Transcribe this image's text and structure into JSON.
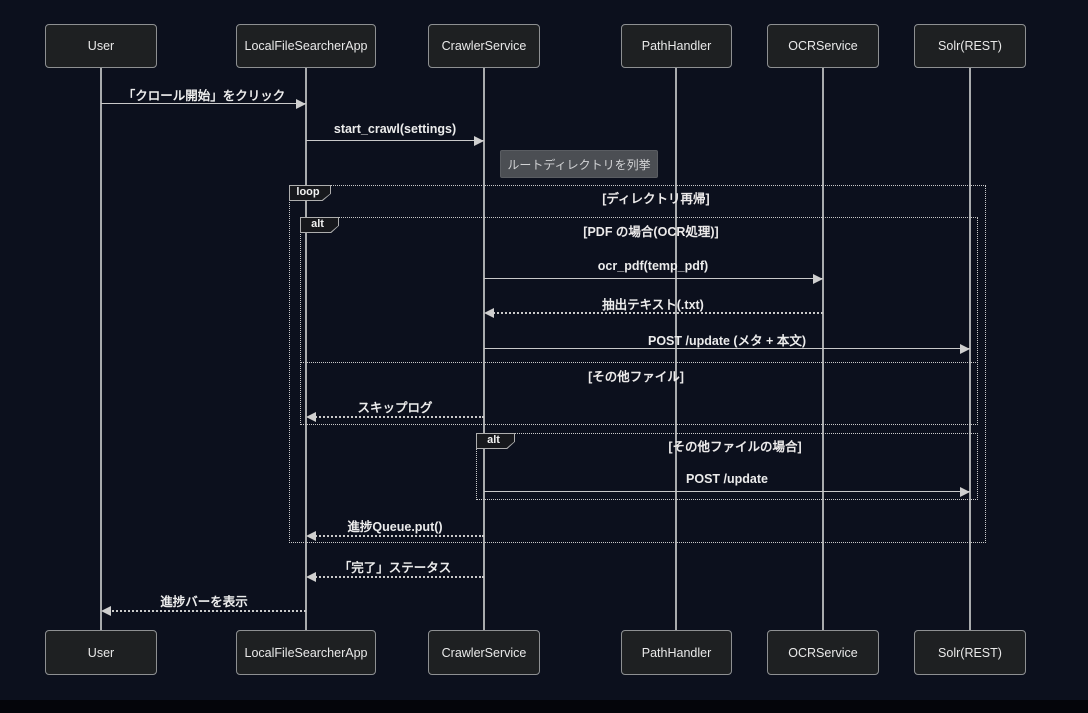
{
  "diagram": {
    "type": "sequence-diagram",
    "participants": [
      {
        "name": "User"
      },
      {
        "name": "LocalFileSearcherApp"
      },
      {
        "name": "CrawlerService"
      },
      {
        "name": "PathHandler"
      },
      {
        "name": "OCRService"
      },
      {
        "name": "Solr(REST)"
      }
    ],
    "messages": [
      {
        "from": "User",
        "to": "LocalFileSearcherApp",
        "text": "「クロール開始」をクリック",
        "style": "solid"
      },
      {
        "from": "LocalFileSearcherApp",
        "to": "CrawlerService",
        "text": "start_crawl(settings)",
        "style": "solid"
      },
      {
        "from": "CrawlerService",
        "to": "OCRService",
        "text": "ocr_pdf(temp_pdf)",
        "style": "solid"
      },
      {
        "from": "OCRService",
        "to": "CrawlerService",
        "text": "抽出テキスト(.txt)",
        "style": "dashed"
      },
      {
        "from": "CrawlerService",
        "to": "Solr(REST)",
        "text": "POST /update (メタ + 本文)",
        "style": "solid"
      },
      {
        "from": "CrawlerService",
        "to": "LocalFileSearcherApp",
        "text": "スキップログ",
        "style": "dashed"
      },
      {
        "from": "CrawlerService",
        "to": "Solr(REST)",
        "text": "POST /update",
        "style": "solid"
      },
      {
        "from": "CrawlerService",
        "to": "LocalFileSearcherApp",
        "text": "進捗Queue.put()",
        "style": "dashed"
      },
      {
        "from": "CrawlerService",
        "to": "LocalFileSearcherApp",
        "text": "「完了」ステータス",
        "style": "dashed"
      },
      {
        "from": "LocalFileSearcherApp",
        "to": "User",
        "text": "進捗バーを表示",
        "style": "dashed"
      }
    ],
    "note": {
      "position": "right of CrawlerService",
      "text": "ルートディレクトリを列挙"
    },
    "fragments": [
      {
        "type": "loop",
        "label": "loop",
        "condition": "[ディレクトリ再帰]"
      },
      {
        "type": "alt",
        "label": "alt",
        "condition": "[PDF の場合(OCR処理)]",
        "else_condition": "[その他ファイル]"
      },
      {
        "type": "alt",
        "label": "alt",
        "condition": "[その他ファイルの場合]"
      }
    ],
    "colors": {
      "background": "#0c101d",
      "participant_fill": "#1e2022",
      "participant_border": "#8e9092",
      "line": "#c9c9c9",
      "text": "#ececec",
      "note_fill": "#4b4e53"
    }
  }
}
